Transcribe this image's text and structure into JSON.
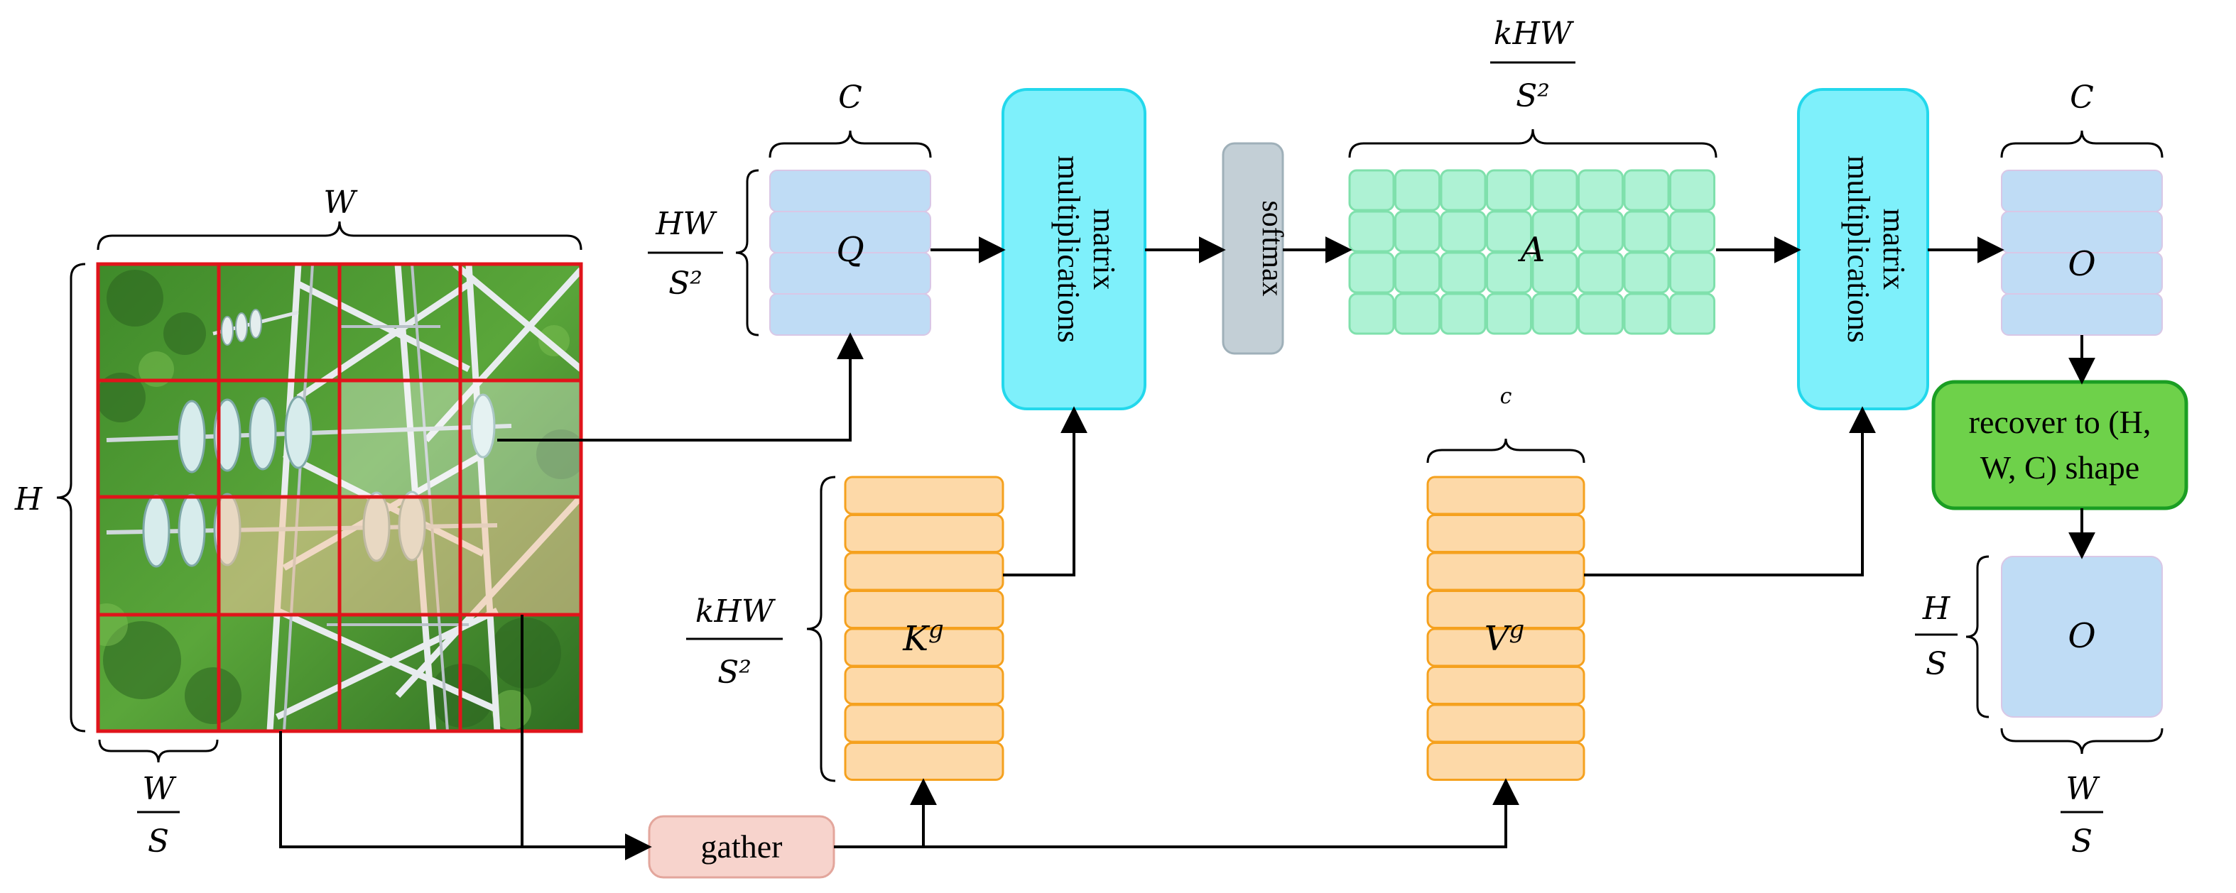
{
  "image": {
    "width_label": "W",
    "height_label": "H",
    "cell_width_num": "W",
    "cell_width_den": "S",
    "scene": "aerial power-line tower"
  },
  "query": {
    "channel_label": "C",
    "height_num": "HW",
    "height_den": "S²",
    "name": "Q",
    "color": "#bfdcf5"
  },
  "matmul_1": {
    "line1": "matrix",
    "line2": "multiplications",
    "color": "#7ef0fb"
  },
  "softmax": {
    "label": "softmax",
    "color": "#c3cfd6"
  },
  "attention": {
    "width_num": "kHW",
    "width_den": "S²",
    "name": "A",
    "color": "#aef2d4"
  },
  "matmul_2": {
    "line1": "matrix",
    "line2": "multiplications",
    "color": "#7ef0fb"
  },
  "output_tokens": {
    "channel_label": "C",
    "name": "O",
    "color": "#bfdcf5"
  },
  "recover": {
    "line1": "recover to (H,",
    "line2": "W, C) shape",
    "color": "#6ed14a"
  },
  "output_map": {
    "height_num": "H",
    "height_den": "S",
    "width_num": "W",
    "width_den": "S",
    "name": "O",
    "color": "#bfdcf5"
  },
  "key": {
    "height_num": "kHW",
    "height_den": "S²",
    "name": "K",
    "sup": "g",
    "color": "#fdd9a8"
  },
  "value": {
    "channel_label": "c",
    "name": "V",
    "sup": "g",
    "color": "#fdd9a8"
  },
  "gather": {
    "label": "gather",
    "color": "#f7d3cc"
  }
}
